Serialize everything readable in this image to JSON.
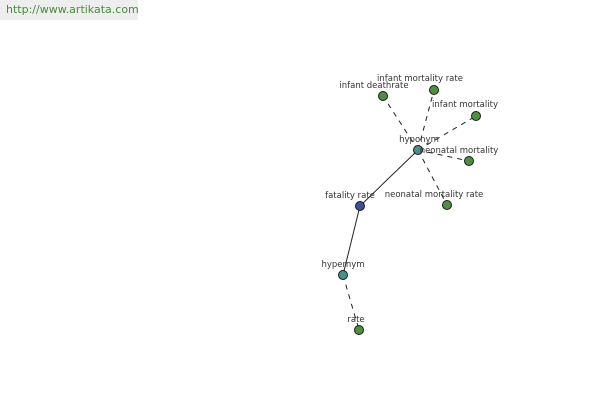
{
  "banner": {
    "url_text": "http://www.artikata.com"
  },
  "colors": {
    "leaf": "#4f8f3f",
    "relation": "#4a8f8c",
    "center": "#3d4f9a"
  },
  "nodes": [
    {
      "id": "fatality-rate",
      "label": "fatality rate",
      "role": "center"
    },
    {
      "id": "hyponym",
      "label": "hyponym",
      "role": "relation"
    },
    {
      "id": "hypernym",
      "label": "hypernym",
      "role": "relation"
    },
    {
      "id": "infant-deathrate",
      "label": "infant deathrate",
      "role": "leaf"
    },
    {
      "id": "infant-mortality-rate",
      "label": "infant mortality rate",
      "role": "leaf"
    },
    {
      "id": "infant-mortality",
      "label": "infant mortality",
      "role": "leaf"
    },
    {
      "id": "neonatal-mortality",
      "label": "neonatal mortality",
      "role": "leaf"
    },
    {
      "id": "neonatal-mortality-rate",
      "label": "neonatal mortality rate",
      "role": "leaf"
    },
    {
      "id": "rate",
      "label": "rate",
      "role": "leaf"
    }
  ],
  "edges": [
    {
      "from": "fatality-rate",
      "to": "hyponym",
      "style": "solid"
    },
    {
      "from": "fatality-rate",
      "to": "hypernym",
      "style": "solid"
    },
    {
      "from": "hyponym",
      "to": "infant-deathrate",
      "style": "dashed"
    },
    {
      "from": "hyponym",
      "to": "infant-mortality-rate",
      "style": "dashed"
    },
    {
      "from": "hyponym",
      "to": "infant-mortality",
      "style": "dashed"
    },
    {
      "from": "hyponym",
      "to": "neonatal-mortality",
      "style": "dashed"
    },
    {
      "from": "hyponym",
      "to": "neonatal-mortality-rate",
      "style": "dashed"
    },
    {
      "from": "hypernym",
      "to": "rate",
      "style": "dashed"
    }
  ]
}
